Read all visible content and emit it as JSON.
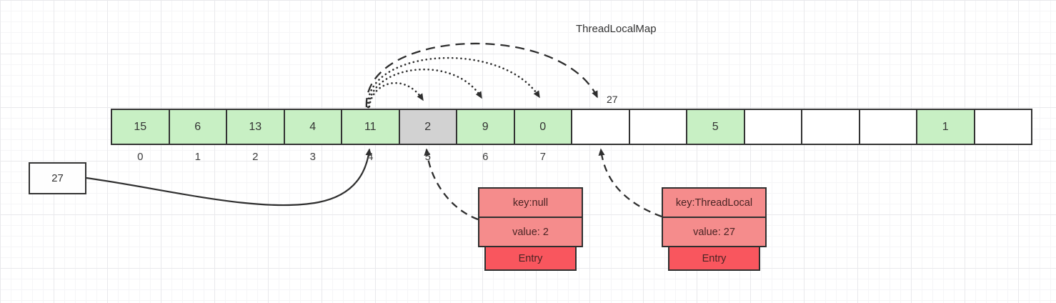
{
  "title": "ThreadLocalMap",
  "colors": {
    "cell_occupied": "#c8f0c4",
    "cell_stale": "#d2d2d2",
    "cell_empty": "#ffffff",
    "cell_border": "#333333",
    "entry_row_bg": "#f58c8c",
    "entry_footer_bg": "#f9565e",
    "arrow": "#2e2e2e"
  },
  "array": {
    "cells": [
      {
        "value": "15",
        "index": "0",
        "state": "occupied"
      },
      {
        "value": "6",
        "index": "1",
        "state": "occupied"
      },
      {
        "value": "13",
        "index": "2",
        "state": "occupied"
      },
      {
        "value": "4",
        "index": "3",
        "state": "occupied"
      },
      {
        "value": "11",
        "index": "4",
        "state": "occupied"
      },
      {
        "value": "2",
        "index": "5",
        "state": "stale"
      },
      {
        "value": "9",
        "index": "6",
        "state": "occupied"
      },
      {
        "value": "0",
        "index": "7",
        "state": "occupied"
      },
      {
        "value": "",
        "index": "",
        "state": "empty"
      },
      {
        "value": "",
        "index": "",
        "state": "empty"
      },
      {
        "value": "5",
        "index": "",
        "state": "occupied"
      },
      {
        "value": "",
        "index": "",
        "state": "empty"
      },
      {
        "value": "",
        "index": "",
        "state": "empty"
      },
      {
        "value": "",
        "index": "",
        "state": "empty"
      },
      {
        "value": "1",
        "index": "",
        "state": "occupied"
      },
      {
        "value": "",
        "index": "",
        "state": "empty"
      }
    ]
  },
  "incoming_box": {
    "label": "27"
  },
  "probe_target_label": "27",
  "entries": [
    {
      "key": "key:null",
      "value": "value: 2",
      "footer": "Entry"
    },
    {
      "key": "key:ThreadLocal",
      "value": "value: 27",
      "footer": "Entry"
    }
  ],
  "arrows": [
    {
      "style": "solid",
      "from": "incoming-box-27",
      "to": "slot-4-bottom"
    },
    {
      "style": "dotted",
      "from": "slot-4-top",
      "to": "slot-5-top"
    },
    {
      "style": "dotted",
      "from": "slot-4-top",
      "to": "slot-6-top"
    },
    {
      "style": "dotted",
      "from": "slot-4-top",
      "to": "slot-7-top"
    },
    {
      "style": "dashed",
      "from": "slot-4-top",
      "to": "slot-8-top"
    },
    {
      "style": "dashed",
      "from": "entry-key-null",
      "to": "slot-5-bottom"
    },
    {
      "style": "dashed",
      "from": "entry-key-threadlocal",
      "to": "slot-8-bottom"
    }
  ]
}
